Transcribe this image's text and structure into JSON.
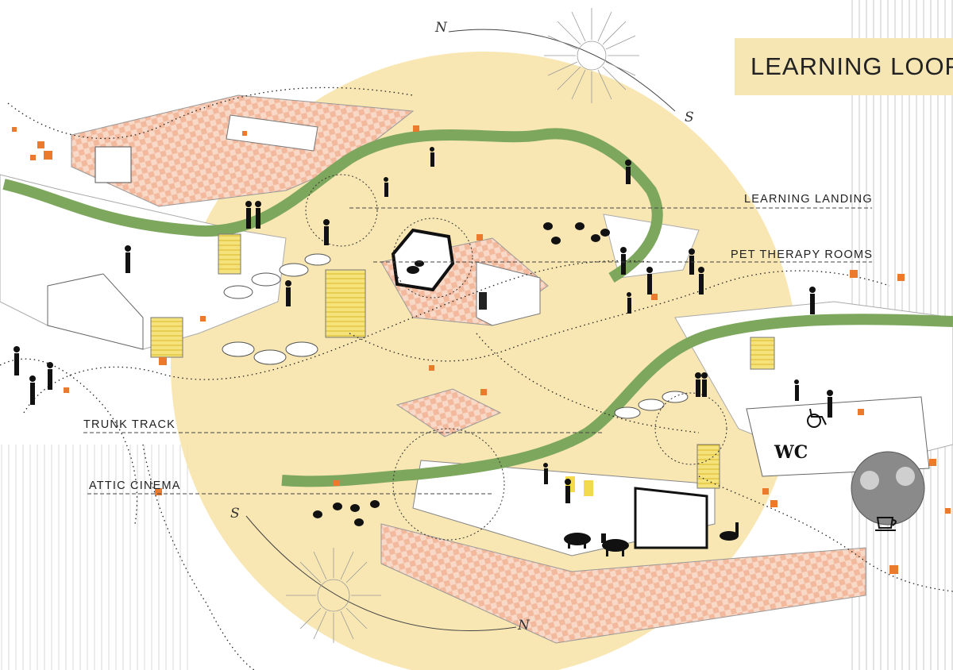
{
  "title": "LEARNING LOOP",
  "labels": {
    "learning_landing": "LEARNING LANDING",
    "pet_therapy": "PET THERAPY ROOMS",
    "trunk_track": "TRUNK TRACK",
    "attic_cinema": "ATTIC CINEMA"
  },
  "compass": {
    "n_top": "N",
    "s_top": "S",
    "s_bottom": "S",
    "n_bottom": "N"
  },
  "wc_sign": "WC",
  "colors": {
    "sun_disc": "#f7e3a6",
    "title_bg": "#f6e6b4",
    "roof_pattern": "#ef9e7a",
    "green_path": "#7ea75e",
    "orange_marker": "#ec7a2c",
    "yellow_booth": "#f3d94c"
  }
}
